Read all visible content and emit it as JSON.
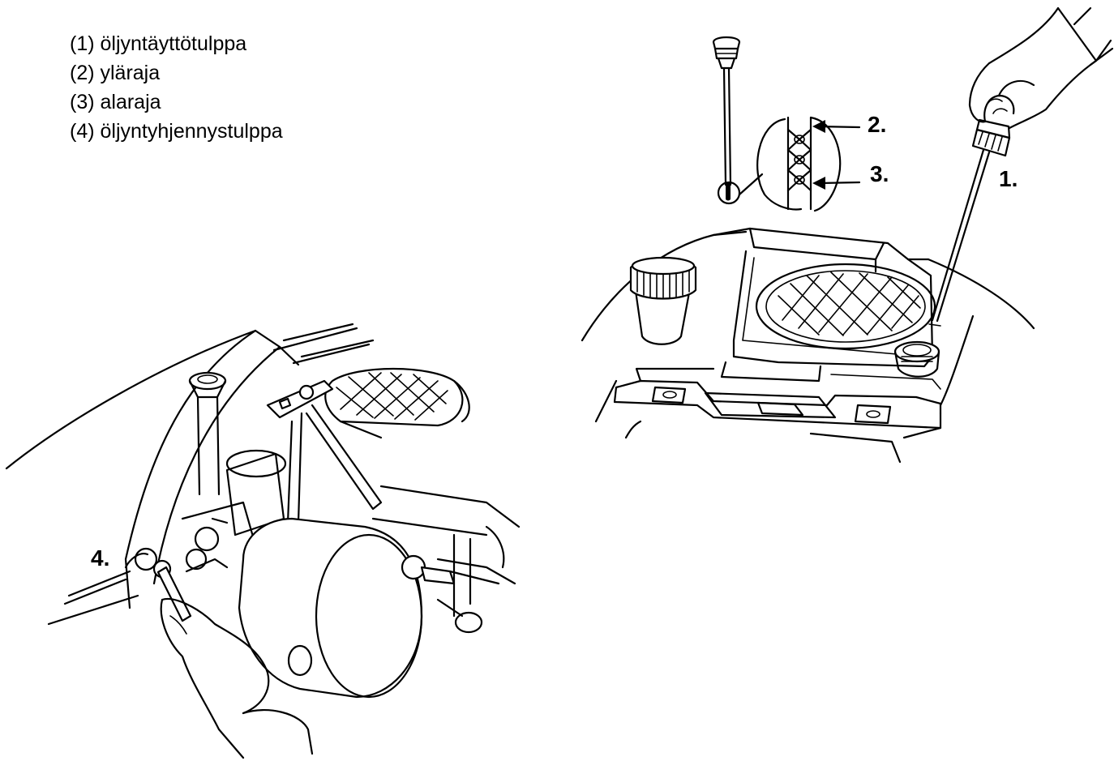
{
  "legend": {
    "items": [
      {
        "text": "(1) öljyntäyttötulppa"
      },
      {
        "text": "(2) yläraja"
      },
      {
        "text": "(3) alaraja"
      },
      {
        "text": "(4) öljyntyhjennystulppa"
      }
    ]
  },
  "callouts": {
    "fill_plug": "1.",
    "upper_mark": "2.",
    "lower_mark": "3.",
    "drain_plug": "4."
  },
  "colors": {
    "line": "#000000",
    "background": "#ffffff"
  }
}
